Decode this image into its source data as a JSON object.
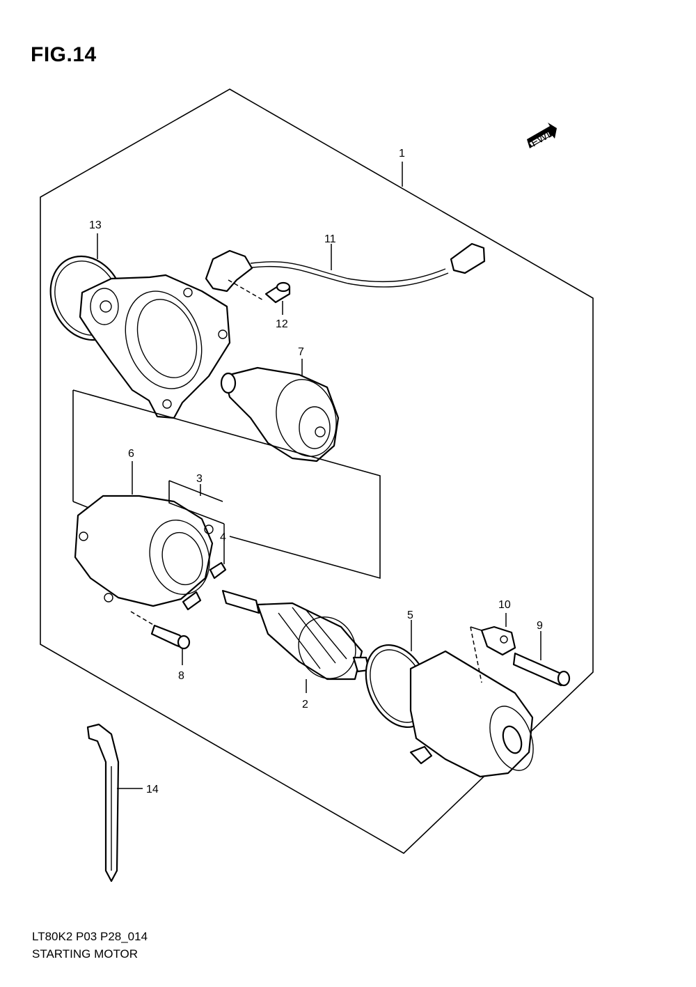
{
  "figure": {
    "title": "FIG.14",
    "code": "LT80K2 P03 P28_014",
    "name": "STARTING MOTOR",
    "fwd_label": "FWD"
  },
  "callouts": {
    "c1": "1",
    "c2": "2",
    "c3": "3",
    "c4": "4",
    "c5": "5",
    "c6": "6",
    "c7": "7",
    "c8": "8",
    "c9": "9",
    "c10": "10",
    "c11": "11",
    "c12": "12",
    "c13": "13",
    "c14": "14"
  }
}
